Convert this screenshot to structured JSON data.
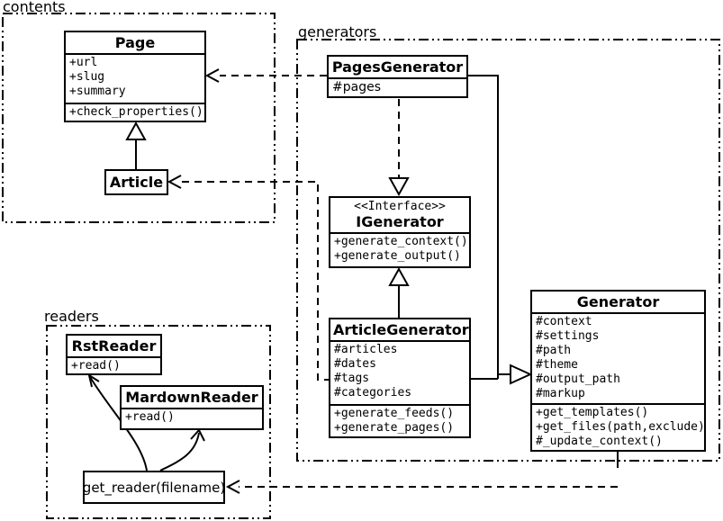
{
  "diagram": {
    "type": "uml-class-diagram",
    "background_color": "#ffffff",
    "line_color": "#000000"
  },
  "packages": {
    "contents": {
      "label": "contents"
    },
    "generators": {
      "label": "generators"
    },
    "readers": {
      "label": "readers"
    }
  },
  "classes": {
    "page": {
      "name": "Page",
      "attributes": [
        "+url",
        "+slug",
        "+summary"
      ],
      "methods": [
        "+check_properties()"
      ]
    },
    "article": {
      "name": "Article"
    },
    "pages_generator": {
      "name": "PagesGenerator",
      "attributes": [
        "#pages"
      ]
    },
    "igenerator": {
      "stereotype": "<<Interface>>",
      "name": "IGenerator",
      "methods": [
        "+generate_context()",
        "+generate_output()"
      ]
    },
    "article_generator": {
      "name": "ArticleGenerator",
      "attributes": [
        "#articles",
        "#dates",
        "#tags",
        "#categories"
      ],
      "methods": [
        "+generate_feeds()",
        "+generate_pages()"
      ]
    },
    "generator": {
      "name": "Generator",
      "attributes": [
        "#context",
        "#settings",
        "#path",
        "#theme",
        "#output_path",
        "#markup"
      ],
      "methods": [
        "+get_templates()",
        "+get_files(path,exclude)",
        "#_update_context()"
      ]
    },
    "rst_reader": {
      "name": "RstReader",
      "methods": [
        "+read()"
      ]
    },
    "markdown_reader": {
      "name": "MardownReader",
      "methods": [
        "+read()"
      ]
    },
    "get_reader": {
      "label": "get_reader(filename)"
    }
  },
  "relationships": [
    {
      "from": "Article",
      "to": "Page",
      "type": "generalization"
    },
    {
      "from": "PagesGenerator",
      "to": "Page",
      "type": "dependency"
    },
    {
      "from": "ArticleGenerator",
      "to": "Article",
      "type": "dependency"
    },
    {
      "from": "PagesGenerator",
      "to": "IGenerator",
      "type": "realization"
    },
    {
      "from": "ArticleGenerator",
      "to": "IGenerator",
      "type": "generalization"
    },
    {
      "from": "PagesGenerator",
      "to": "Generator",
      "type": "generalization"
    },
    {
      "from": "ArticleGenerator",
      "to": "Generator",
      "type": "generalization"
    },
    {
      "from": "Generator",
      "to": "get_reader(filename)",
      "type": "dependency"
    },
    {
      "from": "get_reader(filename)",
      "to": "RstReader",
      "type": "arrow"
    },
    {
      "from": "get_reader(filename)",
      "to": "MardownReader",
      "type": "arrow"
    }
  ]
}
